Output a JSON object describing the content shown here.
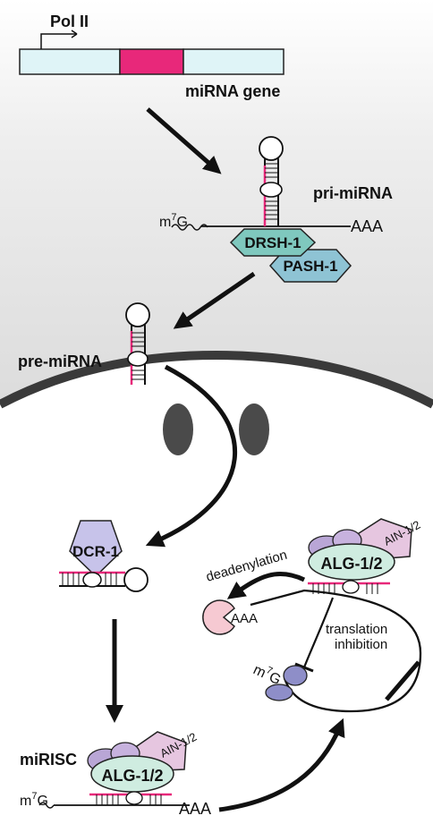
{
  "labels": {
    "pol2": "Pol II",
    "mirna_gene": "miRNA gene",
    "pri_mirna": "pri-miRNA",
    "cap_m": "m",
    "cap_sup": "7",
    "cap_g": "G",
    "polya": "AAA",
    "drsh": "DRSH-1",
    "pash": "PASH-1",
    "pre_mirna": "pre-miRNA",
    "dcr": "DCR-1",
    "alg": "ALG-1/2",
    "ain": "AIN-1/2",
    "deadenylation": "deadenylation",
    "translation": "translation",
    "inhibition": "inhibition",
    "mirisc": "miRISC"
  },
  "colors": {
    "nucleus_bg": "#e8e8e8",
    "gene_box": "#dff4f7",
    "mirna_pink": "#e8287a",
    "drsh_teal": "#7fc8be",
    "pash_blue": "#8ec3d4",
    "dcr_lavender": "#c7c3ea",
    "alg_mint": "#cfece0",
    "ain_pink": "#e6c6e0",
    "pore_gray": "#4a4a4a",
    "pac_pink": "#f6c9d2",
    "ribo_purple": "#8e8ec8"
  }
}
